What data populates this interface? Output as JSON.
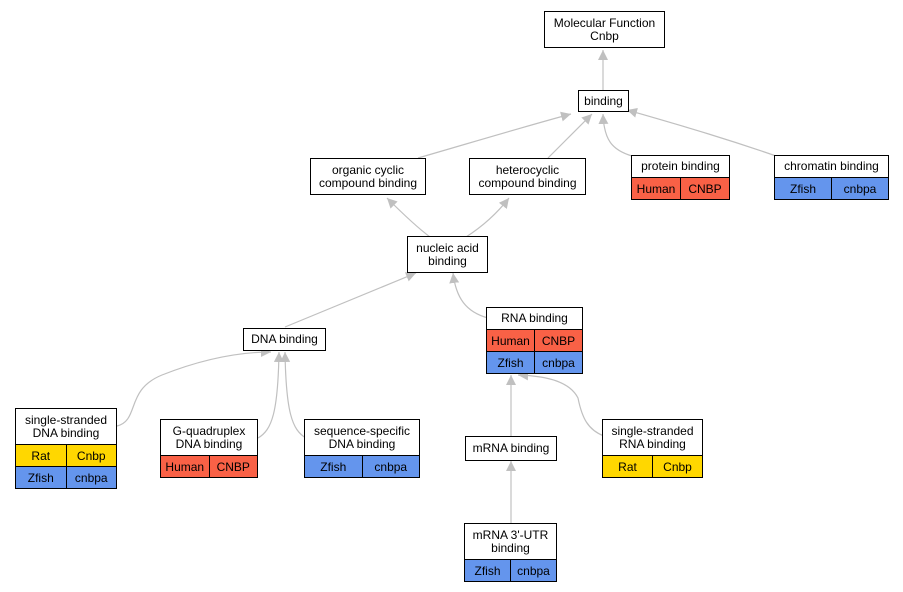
{
  "nodes": {
    "mf": {
      "lines": [
        "Molecular Function",
        "Cnbp"
      ],
      "rows": []
    },
    "binding": {
      "lines": [
        "binding"
      ],
      "rows": []
    },
    "ocb": {
      "lines": [
        "organic cyclic",
        "compound binding"
      ],
      "rows": []
    },
    "hcb": {
      "lines": [
        "heterocyclic",
        "compound binding"
      ],
      "rows": []
    },
    "pb": {
      "lines": [
        "protein binding"
      ],
      "rows": [
        [
          "Human",
          "CNBP"
        ]
      ]
    },
    "cb": {
      "lines": [
        "chromatin binding"
      ],
      "rows": [
        [
          "Zfish",
          "cnbpa"
        ]
      ]
    },
    "nab": {
      "lines": [
        "nucleic acid",
        "binding"
      ],
      "rows": []
    },
    "dnab": {
      "lines": [
        "DNA binding"
      ],
      "rows": []
    },
    "rnab": {
      "lines": [
        "RNA binding"
      ],
      "rows": [
        [
          "Human",
          "CNBP"
        ],
        [
          "Zfish",
          "cnbpa"
        ]
      ]
    },
    "ssdna": {
      "lines": [
        "single-stranded",
        "DNA binding"
      ],
      "rows": [
        [
          "Rat",
          "Cnbp"
        ],
        [
          "Zfish",
          "cnbpa"
        ]
      ]
    },
    "gq": {
      "lines": [
        "G-quadruplex",
        "DNA binding"
      ],
      "rows": [
        [
          "Human",
          "CNBP"
        ]
      ]
    },
    "ssdb": {
      "lines": [
        "sequence-specific",
        "DNA binding"
      ],
      "rows": [
        [
          "Zfish",
          "cnbpa"
        ]
      ]
    },
    "mrnab": {
      "lines": [
        "mRNA binding"
      ],
      "rows": []
    },
    "ssrna": {
      "lines": [
        "single-stranded",
        "RNA binding"
      ],
      "rows": [
        [
          "Rat",
          "Cnbp"
        ]
      ]
    },
    "utr": {
      "lines": [
        "mRNA 3'-UTR",
        "binding"
      ],
      "rows": [
        [
          "Zfish",
          "cnbpa"
        ]
      ]
    }
  },
  "colors": {
    "Human": "#f96146",
    "Rat": "#ffd700",
    "Zfish": "#6495ed",
    "edge": "#c0c0c0"
  }
}
